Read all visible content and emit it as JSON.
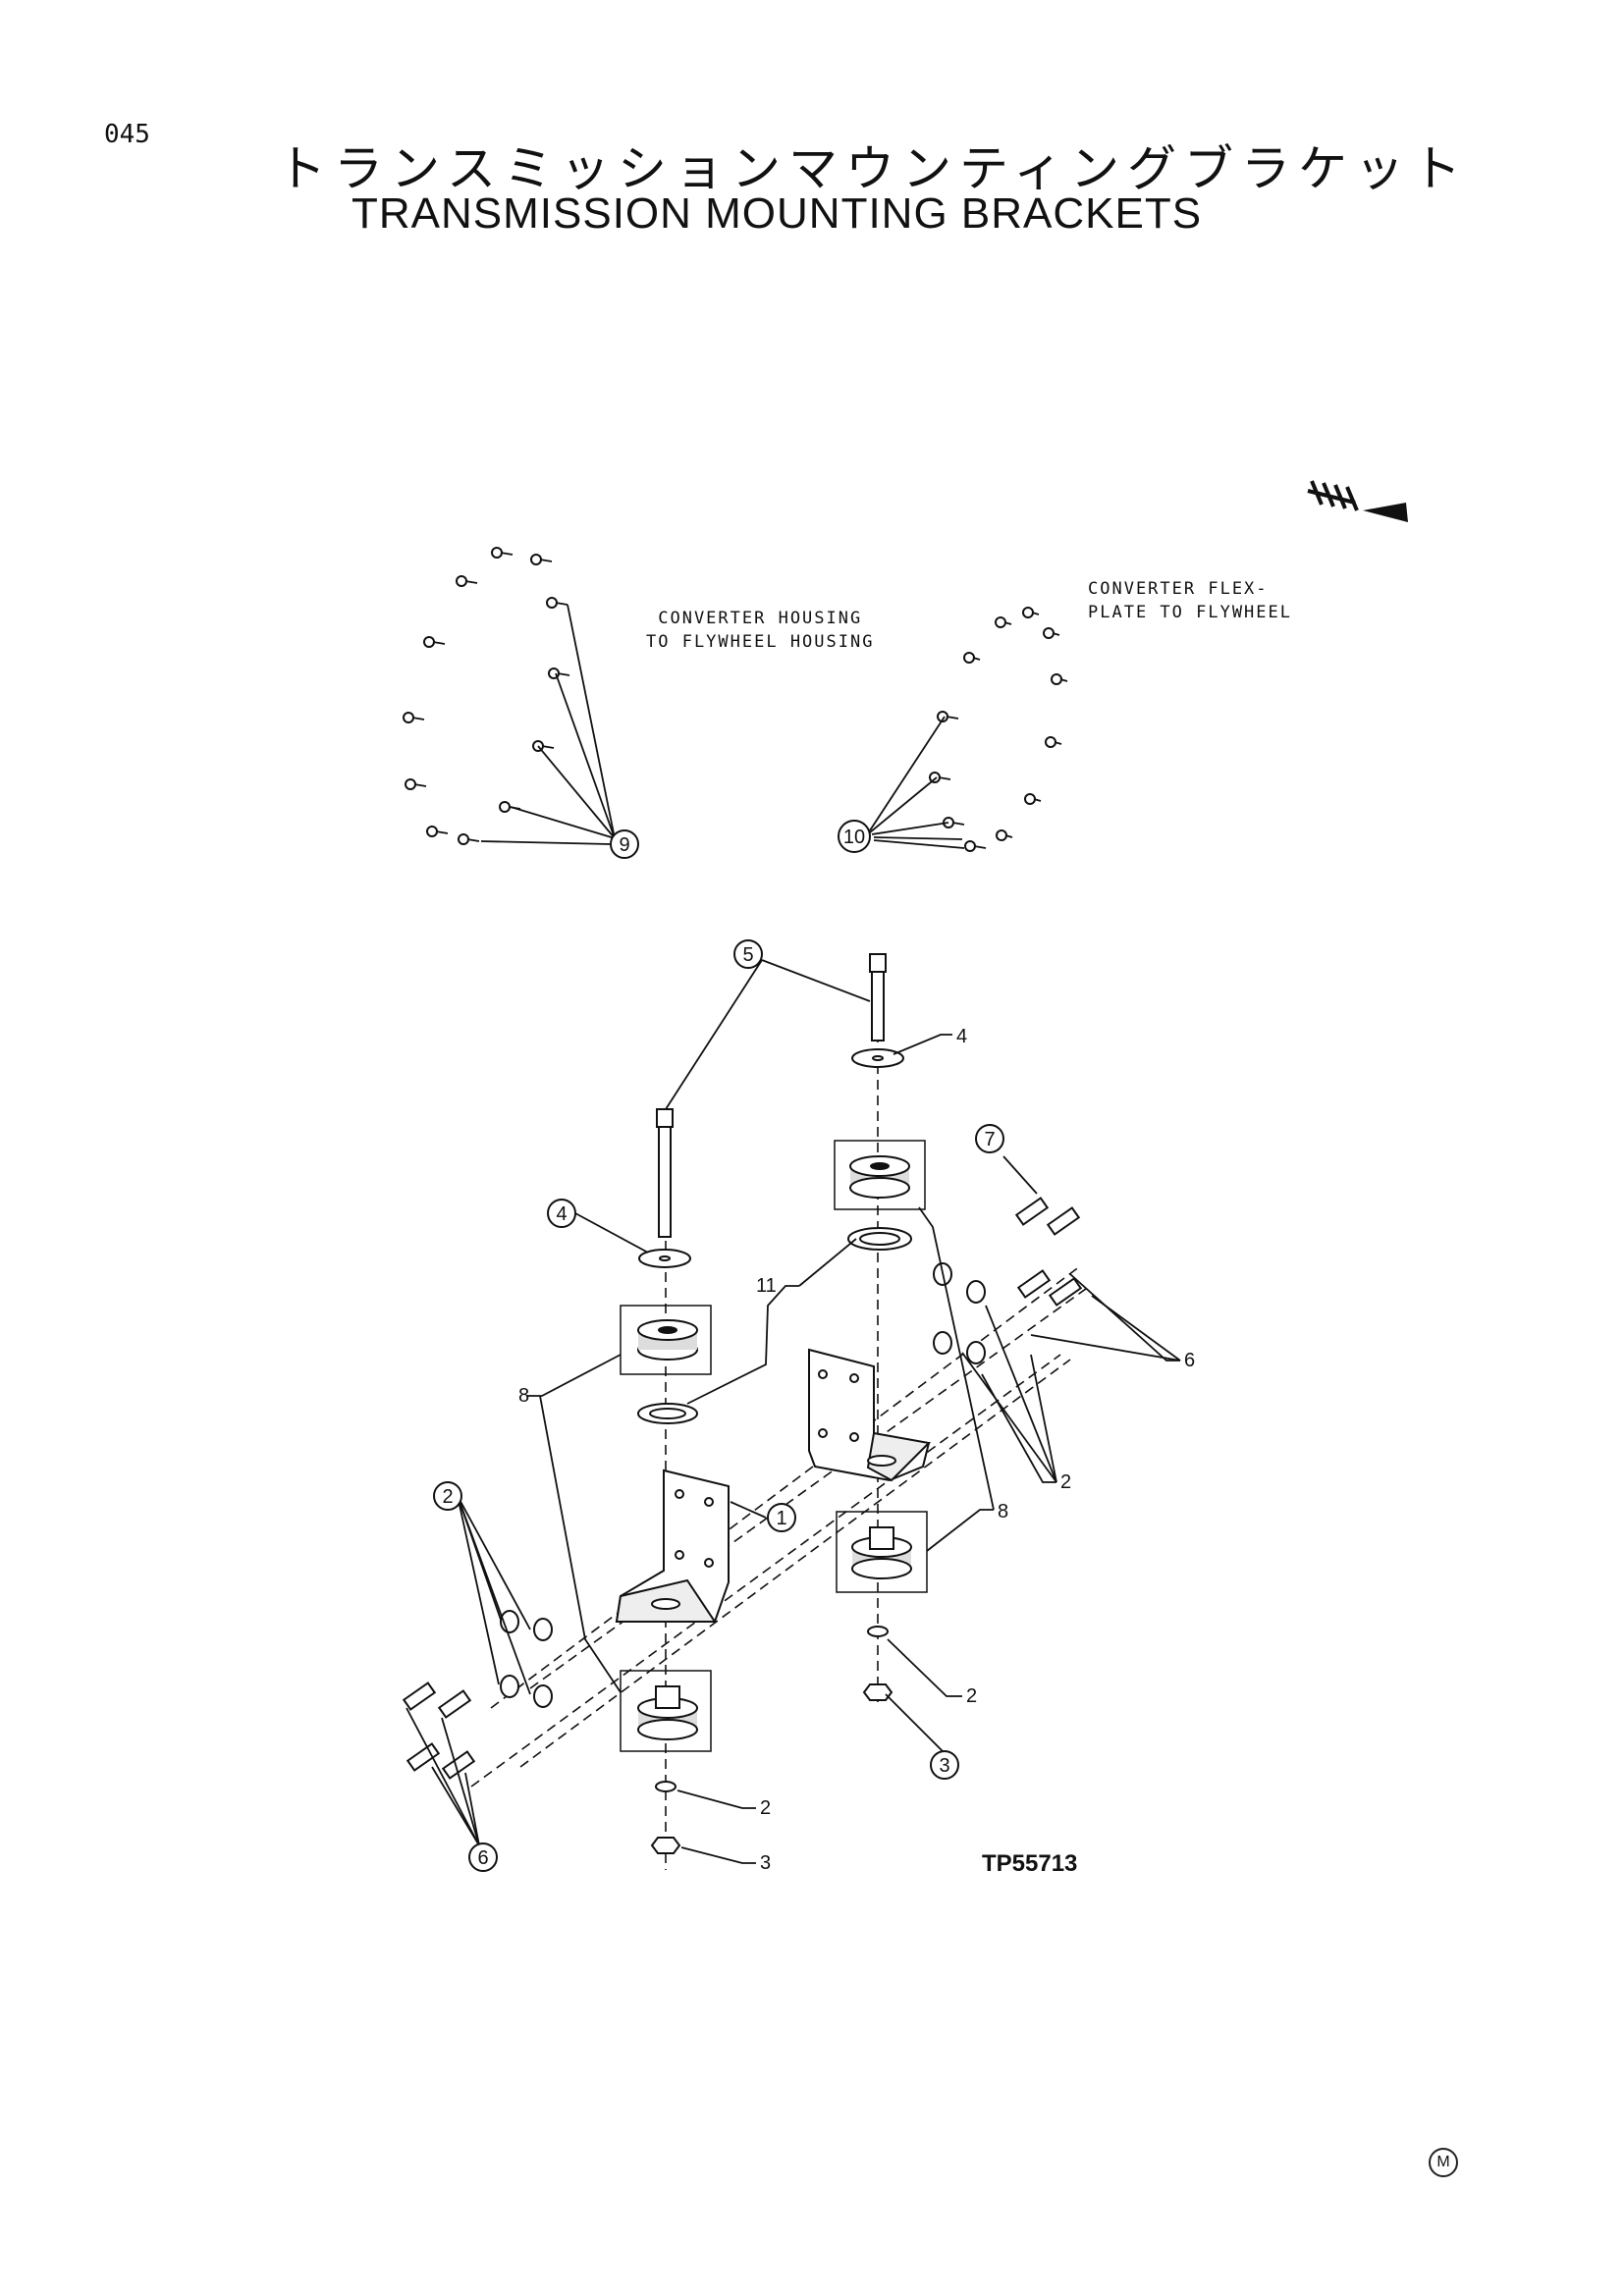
{
  "page": {
    "number": "045"
  },
  "title": {
    "japanese": "トランスミッションマウンティングブラケット",
    "english": "TRANSMISSION MOUNTING BRACKETS"
  },
  "notes": {
    "left": [
      "CONVERTER HOUSING",
      "TO FLYWHEEL HOUSING"
    ],
    "right": [
      "CONVERTER FLEX-",
      "PLATE TO FLYWHEEL"
    ]
  },
  "callouts": {
    "c9": "9",
    "c10": "10",
    "c5": "5",
    "c4a": "4",
    "c4b": "4",
    "c7": "7",
    "c11": "11",
    "c6a": "6",
    "c8a": "8",
    "c8b": "8",
    "c1": "1",
    "c2a": "2",
    "c2b": "2",
    "c2c": "2",
    "c2d": "2",
    "c3a": "3",
    "c3b": "3",
    "c6b": "6"
  },
  "drawing_id": "TP55713",
  "mark": "M",
  "icons": [
    "front-direction-arrow-icon"
  ]
}
